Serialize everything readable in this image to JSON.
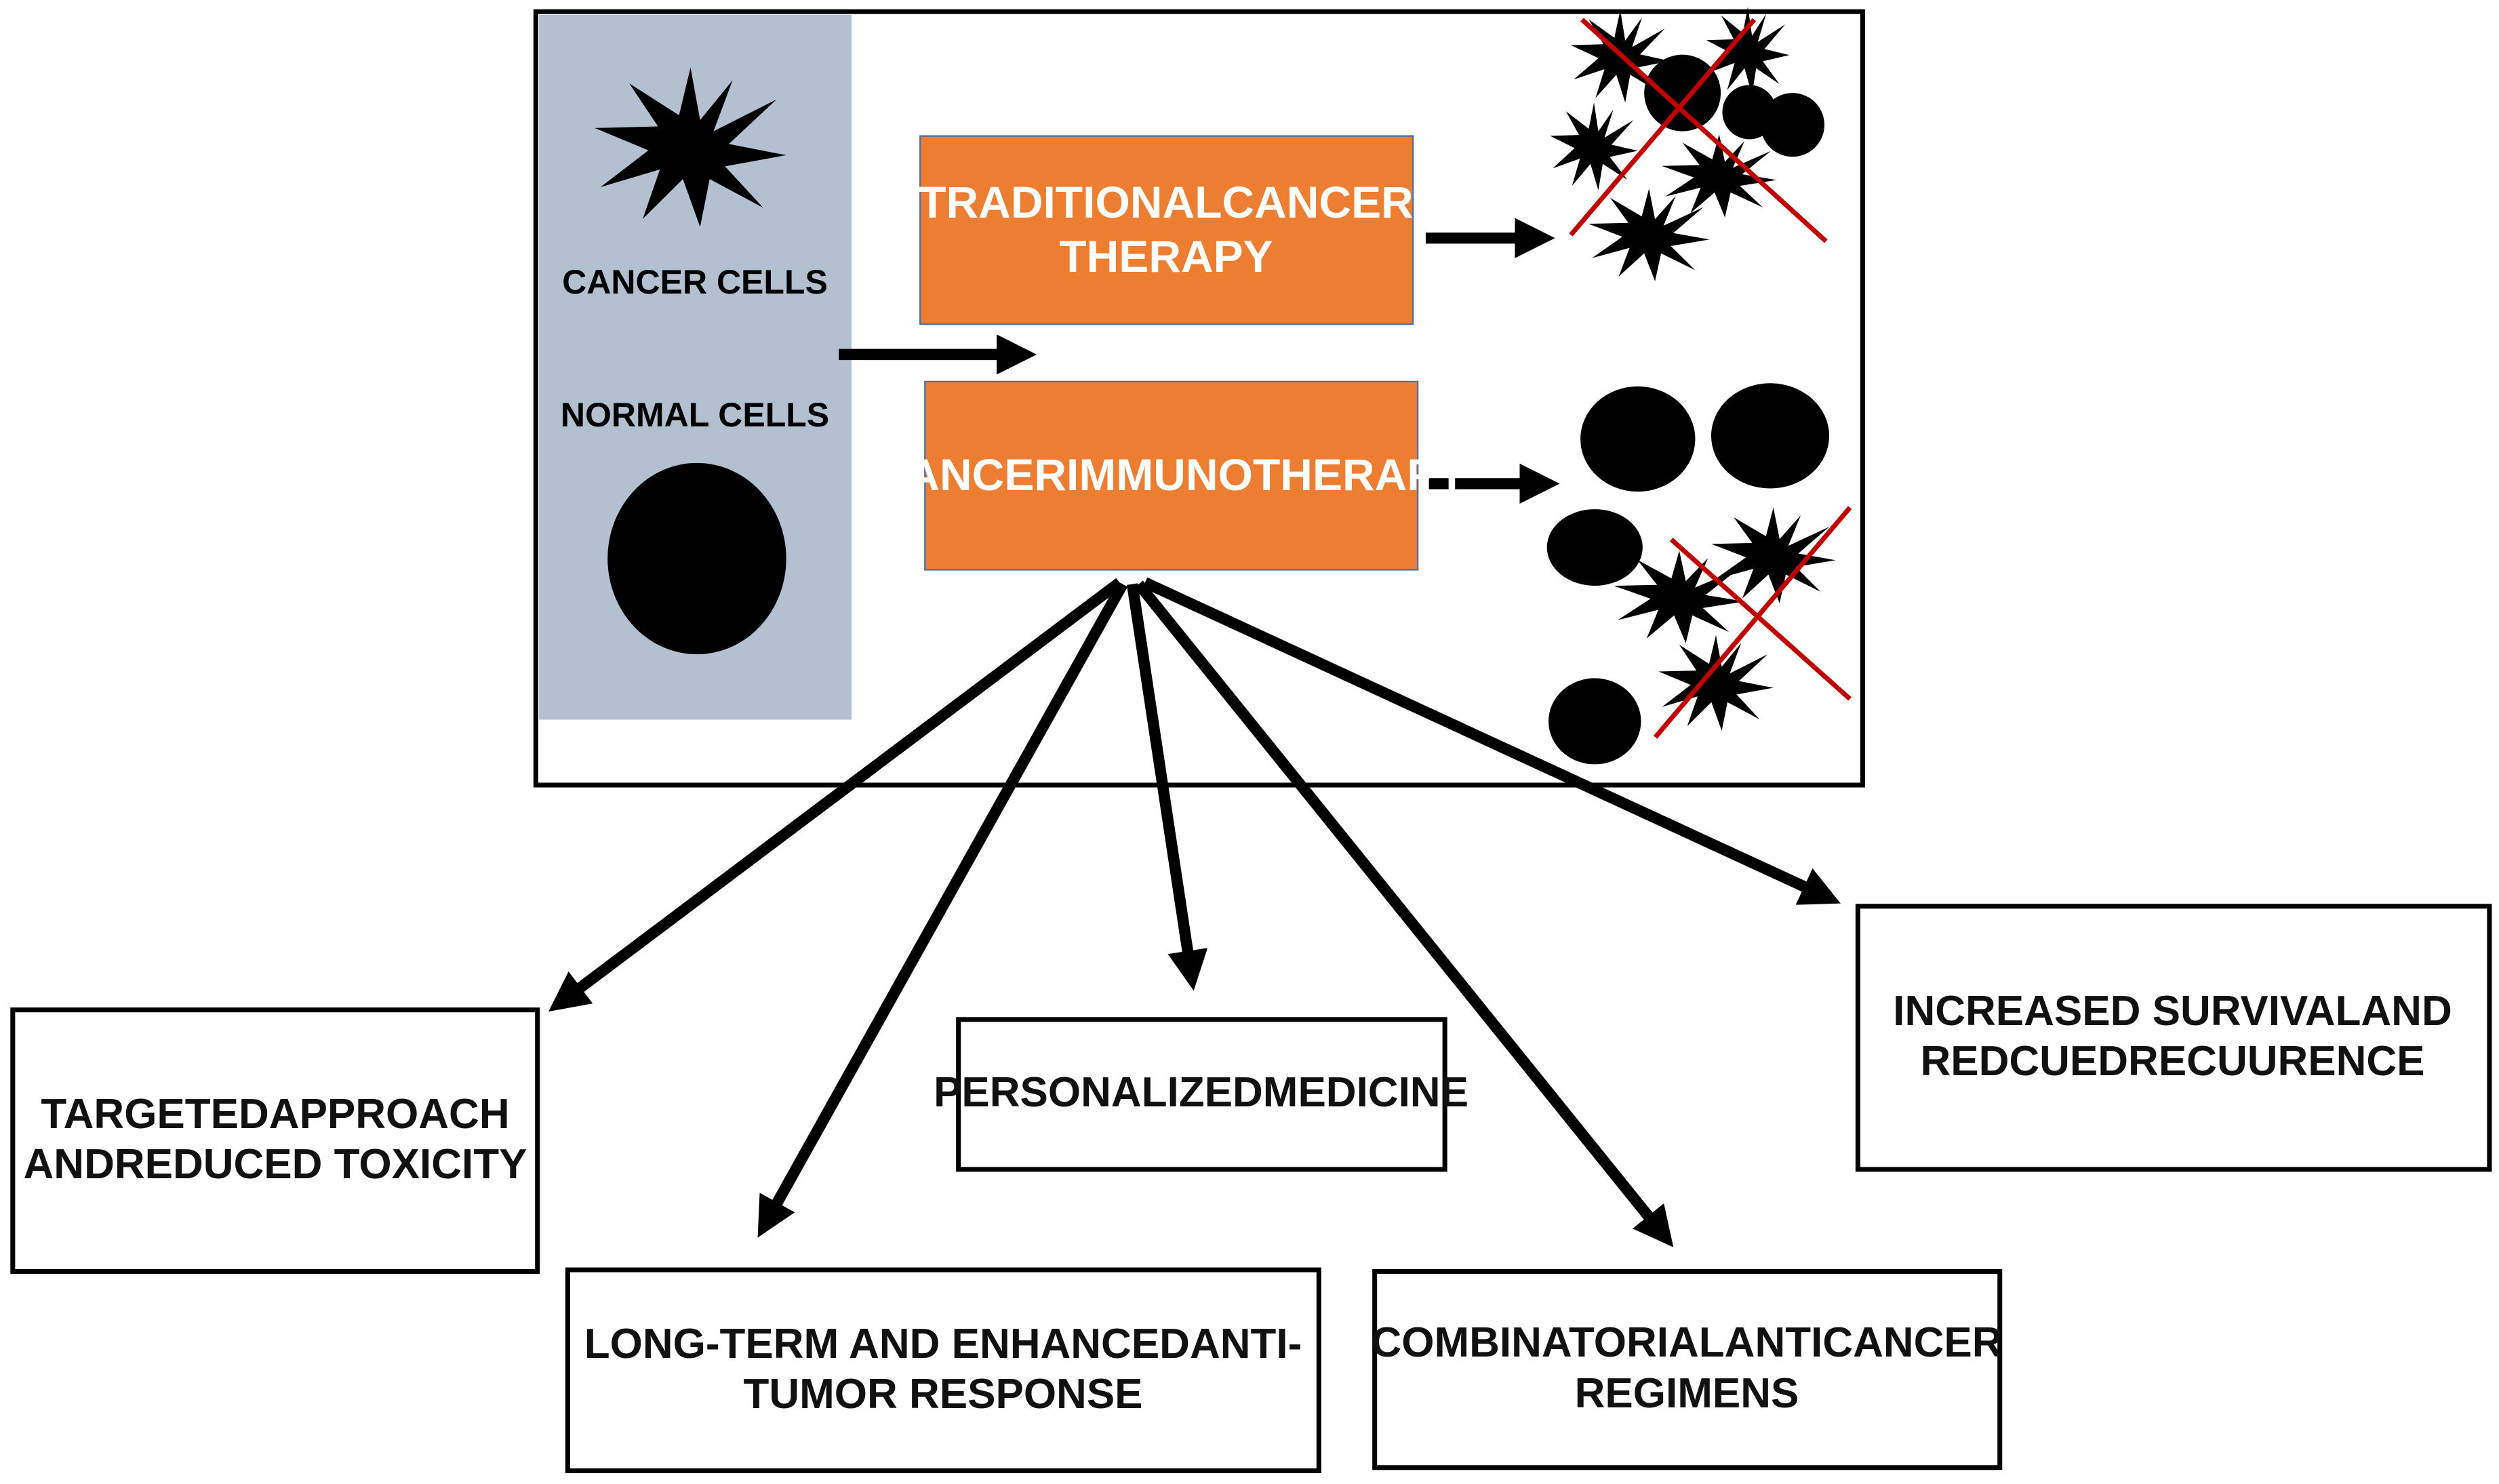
{
  "legend": {
    "cancer_cells": "CANCER CELLS",
    "normal_cells": "NORMAL CELLS"
  },
  "therapies": {
    "traditional": [
      "TRADITIONAL",
      "CANCER THERAPY"
    ],
    "immunotherapy": [
      "CANCER",
      "IMMUNOTHERAPY"
    ]
  },
  "outcomes": {
    "targeted": [
      "TARGETED",
      "APPROACH AND",
      "REDUCED TOXICITY"
    ],
    "long_term": [
      "LONG-TERM AND ENHANCED",
      "ANTI-TUMOR RESPONSE"
    ],
    "personalized": [
      "PERSONALIZED",
      "MEDICINE"
    ],
    "combinatorial": [
      "COMBINATORIAL",
      "ANTICANCER REGIMENS"
    ],
    "survival": [
      "INCREASED SURVIVAL",
      "AND REDCUED",
      "RECUURENCE"
    ]
  },
  "colors": {
    "legend_panel": "#b2c0d0",
    "therapy_box": "#ed7d31",
    "therapy_box_border": "#4f6fa8",
    "cross": "#c00000"
  }
}
